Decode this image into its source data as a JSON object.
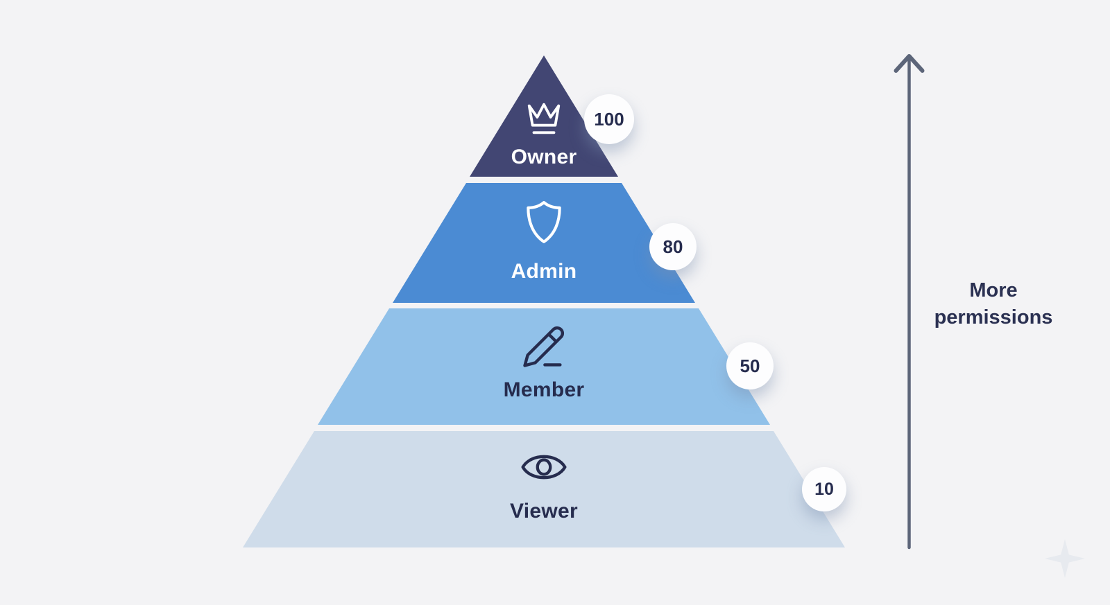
{
  "pyramid": {
    "tiers": [
      {
        "id": "owner",
        "label": "Owner",
        "score": "100",
        "color": "#424673",
        "icon": "crown-icon",
        "label_color": "#ffffff"
      },
      {
        "id": "admin",
        "label": "Admin",
        "score": "80",
        "color": "#4b8bd3",
        "icon": "shield-icon",
        "label_color": "#ffffff"
      },
      {
        "id": "member",
        "label": "Member",
        "score": "50",
        "color": "#91c1e9",
        "icon": "pencil-icon",
        "label_color": "#262c4e"
      },
      {
        "id": "viewer",
        "label": "Viewer",
        "score": "10",
        "color": "#cfdcea",
        "icon": "eye-icon",
        "label_color": "#262c4e"
      }
    ]
  },
  "axis": {
    "label": "More permissions",
    "arrow_icon": "arrow-up-icon",
    "arrow_color": "#5c6579",
    "text_color": "#2b3152"
  },
  "badge": {
    "background": "#fdfdfe",
    "text_color": "#262c4e"
  },
  "background_color": "#f3f3f5",
  "decorations": {
    "sparkle_icon": "sparkle-icon",
    "sparkle_color": "#e7eaef"
  }
}
